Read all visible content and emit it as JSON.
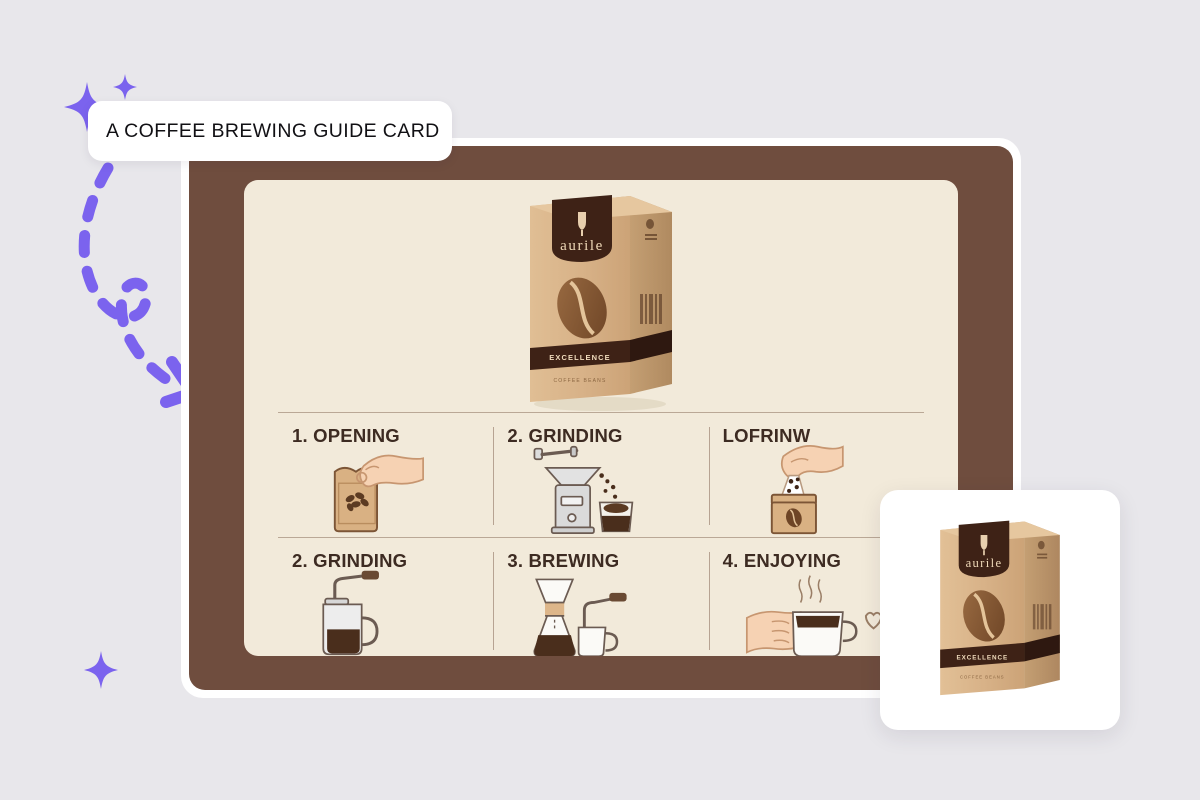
{
  "caption": {
    "text": "A COFFEE BREWING GUIDE CARD"
  },
  "decorations": {
    "sparkle_large": "sparkle-icon",
    "sparkle_small": "sparkle-icon",
    "sparkle_bottom": "sparkle-icon",
    "arrow": "dashed-curved-arrow-icon",
    "accent_color": "#7B63EE",
    "background_color": "#E8E7EB"
  },
  "card": {
    "frame_color": "#6F4D3E",
    "inner_color": "#F2EADA",
    "border_color": "#FFFFFF",
    "divider_color": "#A7917F",
    "heading_color": "#3D2B22"
  },
  "product": {
    "brand": "aurile",
    "band_label": "EXCELLENCE",
    "subtitle": "COFFEE BEANS",
    "box_color": "#D8B488",
    "box_shade": "#C49F73",
    "label_color": "#4A2C20"
  },
  "steps": {
    "row1": [
      {
        "label": "1. OPENING",
        "art": "hand-opening-coffee-bag-icon"
      },
      {
        "label": "2. GRINDING",
        "art": "coffee-grinder-icon"
      },
      {
        "label": "LOFRINW",
        "art": "hand-pouring-into-bag-icon"
      }
    ],
    "row2": [
      {
        "label": "2. GRINDING",
        "art": "french-press-icon"
      },
      {
        "label": "3. BREWING",
        "art": "pour-over-chemex-icon"
      },
      {
        "label": "4. ENJOYING",
        "art": "hand-holding-mug-icon"
      }
    ]
  },
  "inset": {
    "name": "product-thumbnail",
    "background": "#FFFFFF"
  }
}
